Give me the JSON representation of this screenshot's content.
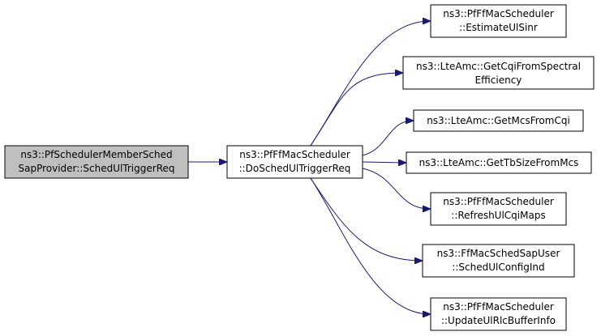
{
  "diagram": {
    "type": "call-graph",
    "colors": {
      "edge": "#191970",
      "node_fill": "#ffffff",
      "node_stroke": "#000000",
      "root_fill": "#bfbfbf"
    },
    "nodes": [
      {
        "id": "root",
        "lines": [
          "ns3::PfSchedulerMemberSched",
          "SapProvider::SchedUlTriggerReq"
        ],
        "highlighted": true
      },
      {
        "id": "mid",
        "lines": [
          "ns3::PfFfMacScheduler",
          "::DoSchedUlTriggerReq"
        ]
      },
      {
        "id": "t1",
        "lines": [
          "ns3::PfFfMacScheduler",
          "::EstimateUlSinr"
        ]
      },
      {
        "id": "t2",
        "lines": [
          "ns3::LteAmc::GetCqiFromSpectral",
          "Efficiency"
        ]
      },
      {
        "id": "t3",
        "lines": [
          "ns3::LteAmc::GetMcsFromCqi"
        ]
      },
      {
        "id": "t4",
        "lines": [
          "ns3::LteAmc::GetTbSizeFromMcs"
        ]
      },
      {
        "id": "t5",
        "lines": [
          "ns3::PfFfMacScheduler",
          "::RefreshUlCqiMaps"
        ]
      },
      {
        "id": "t6",
        "lines": [
          "ns3::FfMacSchedSapUser",
          "::SchedUlConfigInd"
        ]
      },
      {
        "id": "t7",
        "lines": [
          "ns3::PfFfMacScheduler",
          "::UpdateUlRlcBufferInfo"
        ]
      }
    ],
    "edges": [
      {
        "from": "root",
        "to": "mid"
      },
      {
        "from": "mid",
        "to": "t1"
      },
      {
        "from": "mid",
        "to": "t2"
      },
      {
        "from": "mid",
        "to": "t3"
      },
      {
        "from": "mid",
        "to": "t4"
      },
      {
        "from": "mid",
        "to": "t5"
      },
      {
        "from": "mid",
        "to": "t6"
      },
      {
        "from": "mid",
        "to": "t7"
      }
    ]
  }
}
